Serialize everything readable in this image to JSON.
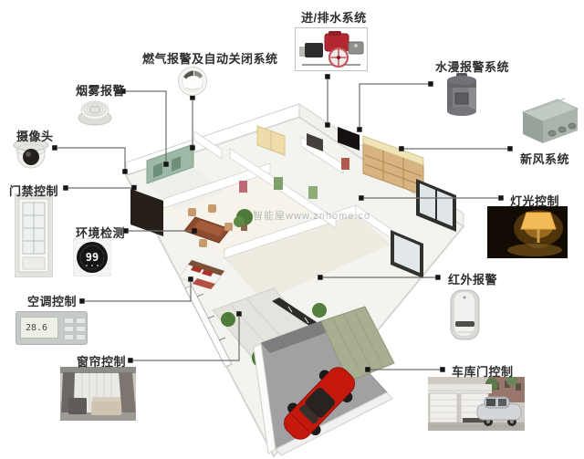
{
  "watermark": "智能屋www.znhome.co",
  "callouts": {
    "water_system": "进/排水系统",
    "gas_alarm": "燃气报警及自动关闭系统",
    "flood_alarm": "水漫报警系统",
    "smoke_alarm": "烟雾报警",
    "camera": "摄像头",
    "fresh_air": "新风系统",
    "door_access": "门禁控制",
    "light_control": "灯光控制",
    "env_monitor": "环境检测",
    "ir_alarm": "红外报警",
    "ac_control": "空调控制",
    "curtain_control": "窗帘控制",
    "garage_door": "车库门控制"
  },
  "devices": {
    "env_monitor_display": "99",
    "ac_panel_display": "28.6"
  },
  "colors": {
    "label_text": "#2e2e2e",
    "connector_line": "#6f6f6f",
    "marker": "#151515",
    "accent_green_wall": "#9cb9a6",
    "car_red": "#c6190d",
    "ramp_green": "#a8af90",
    "lamp_glow": "#f3ba58"
  }
}
